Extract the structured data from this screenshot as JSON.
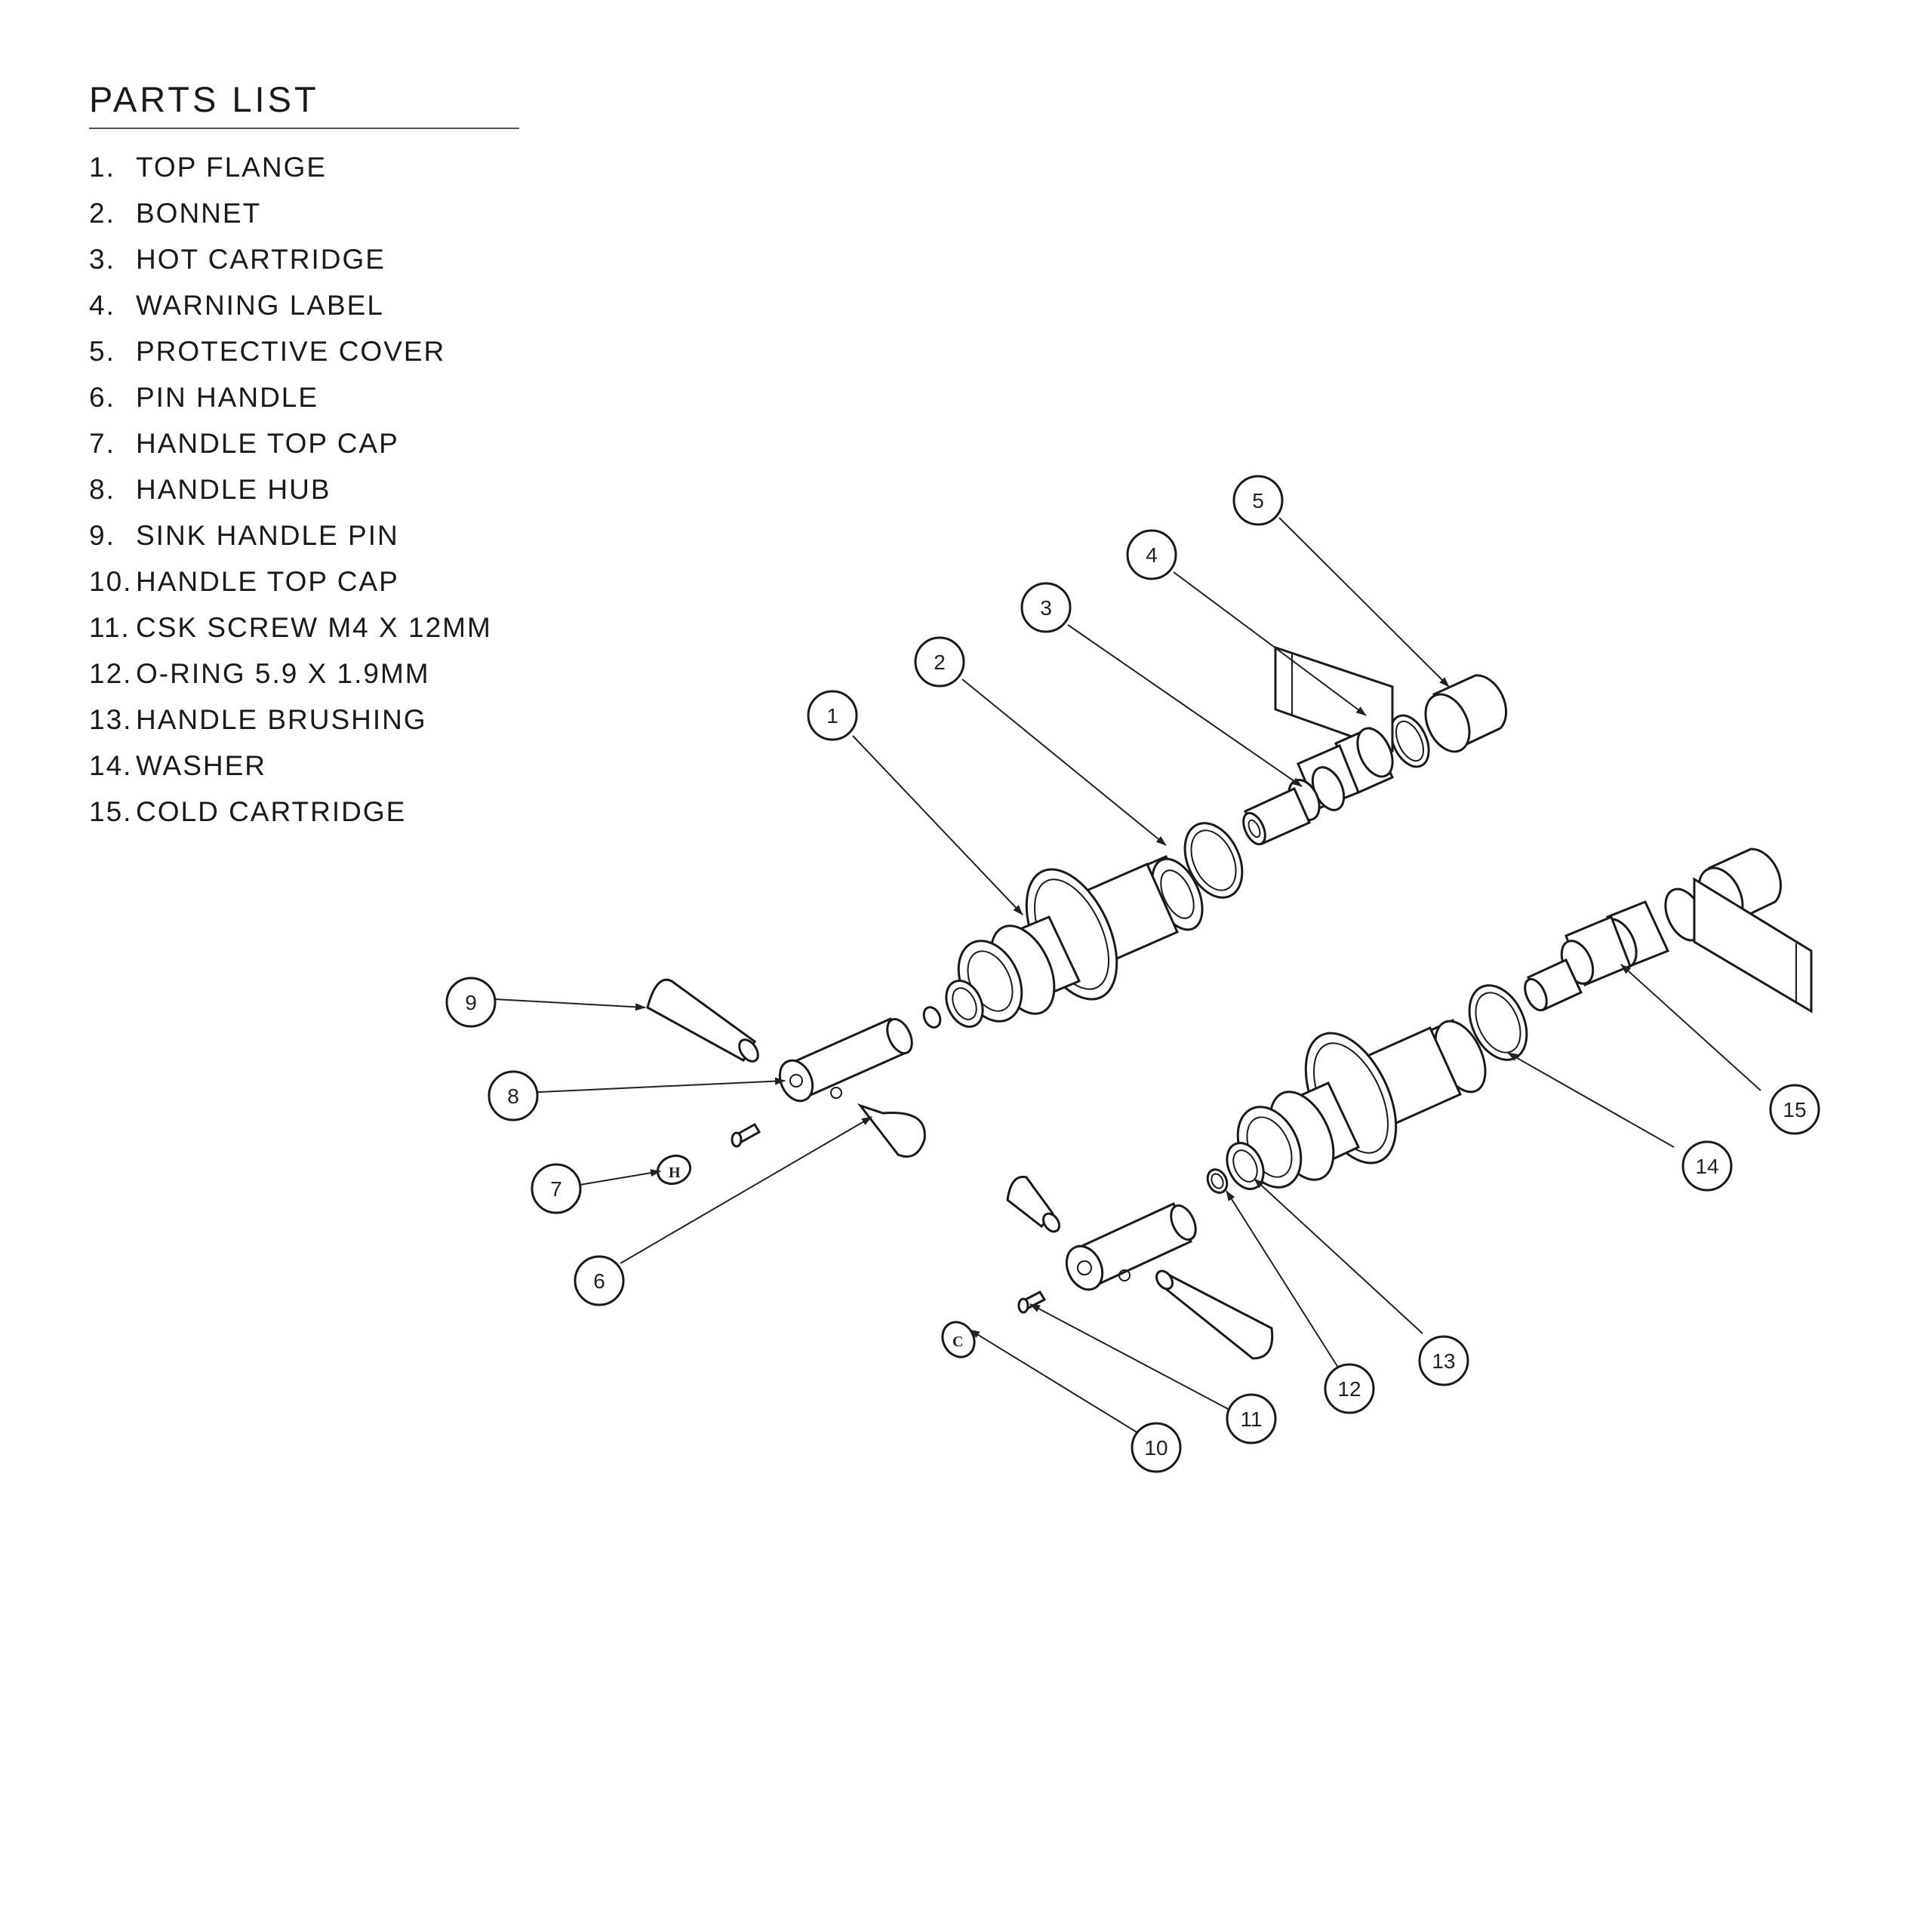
{
  "parts_list": {
    "title": "PARTS LIST",
    "items": [
      {
        "num": "1.",
        "name": "TOP FLANGE"
      },
      {
        "num": "2.",
        "name": "BONNET"
      },
      {
        "num": "3.",
        "name": "HOT CARTRIDGE"
      },
      {
        "num": "4.",
        "name": "WARNING LABEL"
      },
      {
        "num": "5.",
        "name": "PROTECTIVE COVER"
      },
      {
        "num": "6.",
        "name": "PIN HANDLE"
      },
      {
        "num": "7.",
        "name": "HANDLE TOP CAP"
      },
      {
        "num": "8.",
        "name": "HANDLE HUB"
      },
      {
        "num": "9.",
        "name": "SINK HANDLE PIN"
      },
      {
        "num": "10.",
        "name": "HANDLE TOP CAP"
      },
      {
        "num": "11.",
        "name": "CSK SCREW M4 X 12MM"
      },
      {
        "num": "12.",
        "name": "O-RING 5.9 X 1.9MM"
      },
      {
        "num": "13.",
        "name": "HANDLE BRUSHING"
      },
      {
        "num": "14.",
        "name": "WASHER"
      },
      {
        "num": "15.",
        "name": "COLD CARTRIDGE"
      }
    ]
  },
  "callouts": [
    "1",
    "2",
    "3",
    "4",
    "5",
    "6",
    "7",
    "8",
    "9",
    "10",
    "11",
    "12",
    "13",
    "14",
    "15"
  ],
  "cap_markings": {
    "hot": "H",
    "cold": "C"
  }
}
